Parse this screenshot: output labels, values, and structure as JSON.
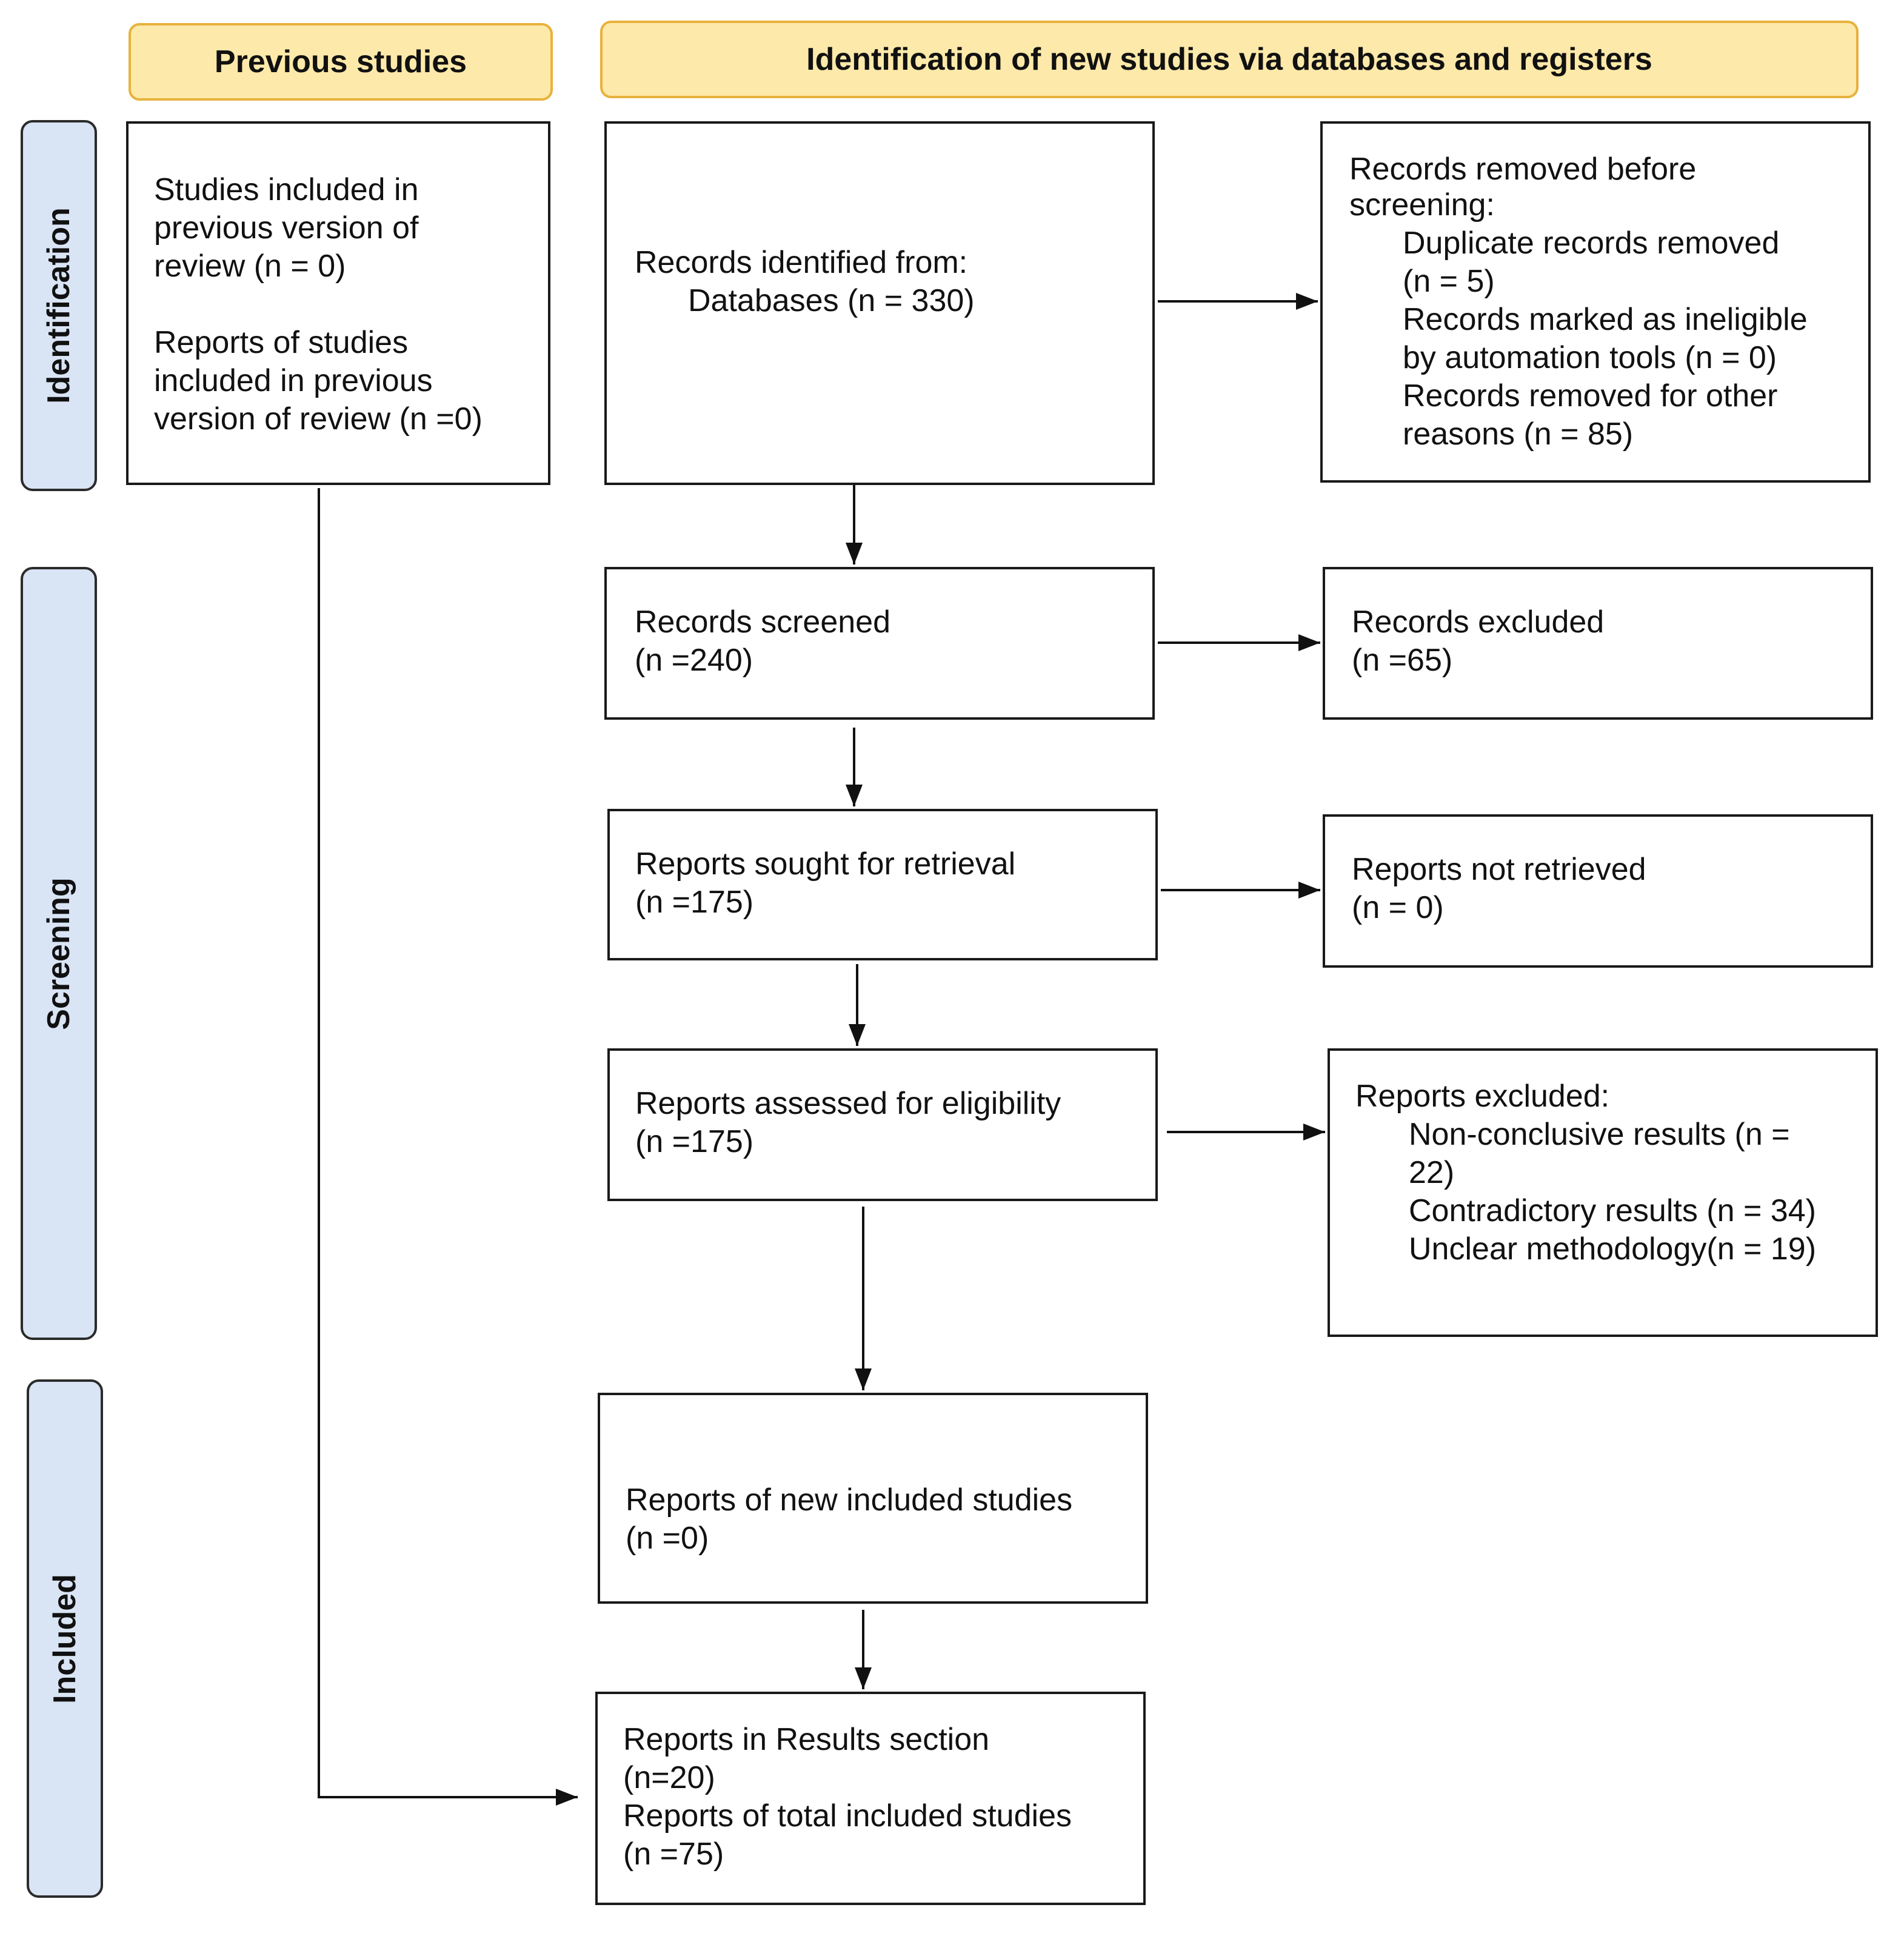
{
  "headers": {
    "previous": "Previous studies",
    "new": "Identification of new studies via databases and registers"
  },
  "phases": {
    "identification": "Identification",
    "screening": "Screening",
    "included": "Included"
  },
  "boxes": {
    "previous": {
      "l1": "Studies included in",
      "l2": "previous version of",
      "l3": "review (n = 0)",
      "l4": "Reports of studies",
      "l5": "included in previous",
      "l6": "version of review (n =0)"
    },
    "identified": {
      "l1": "Records identified from:",
      "l2": "Databases (n = 330)"
    },
    "removed": {
      "l1": "Records removed before",
      "l2": "screening:",
      "l3": "Duplicate records removed",
      "l4": "(n = 5)",
      "l5": "Records marked as ineligible",
      "l6": "by automation tools (n = 0)",
      "l7": "Records removed for other",
      "l8": "reasons (n = 85)"
    },
    "screened": {
      "l1": "Records screened",
      "l2": "(n =240)"
    },
    "excluded": {
      "l1": "Records excluded",
      "l2": "(n =65)"
    },
    "sought": {
      "l1": "Reports sought for retrieval",
      "l2": "(n =175)"
    },
    "not_retrieved": {
      "l1": "Reports not retrieved",
      "l2": "(n = 0)"
    },
    "assessed": {
      "l1": "Reports assessed for eligibility",
      "l2": "(n =175)"
    },
    "reports_excluded": {
      "l1": "Reports excluded:",
      "l2": "Non-conclusive results (n =",
      "l3": "22)",
      "l4": "Contradictory results (n = 34)",
      "l5": "Unclear methodology(n = 19)"
    },
    "new_included": {
      "l1": "Reports of new included studies",
      "l2": "(n =0)"
    },
    "results": {
      "l1": "Reports in Results section",
      "l2": "(n=20)",
      "l3": "Reports of total included studies",
      "l4": "(n =75)"
    }
  },
  "colors": {
    "header_fill": "#fde9a9",
    "header_border": "#e8b23c",
    "phase_fill": "#d9e4f5"
  }
}
